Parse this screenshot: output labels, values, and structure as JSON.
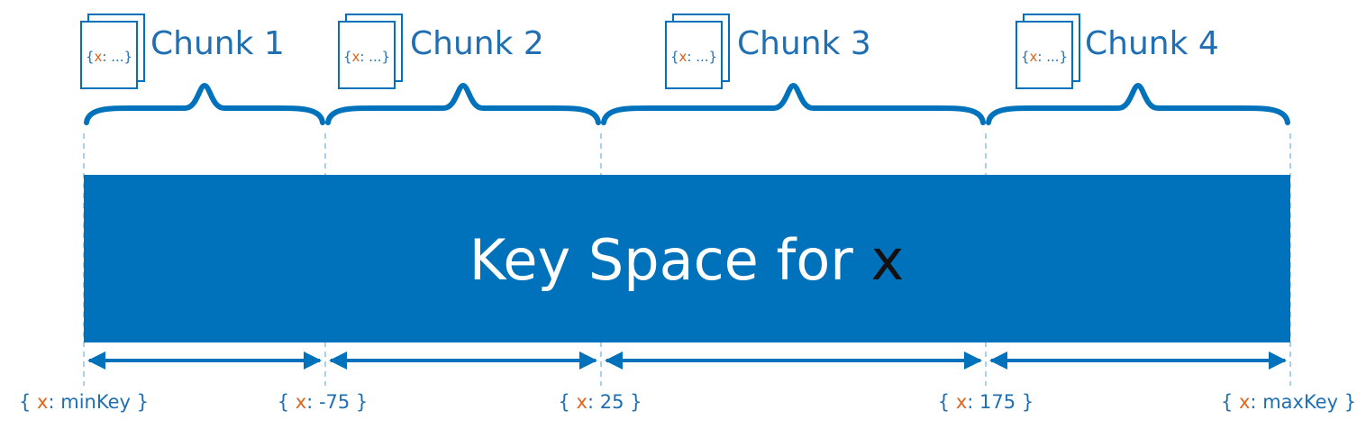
{
  "title": {
    "prefix": "Key Space for ",
    "field": "x"
  },
  "doc_icon": {
    "open": "{",
    "field": "x",
    "rest": ": ...",
    "close": "}"
  },
  "chunks": [
    {
      "label": "Chunk 1",
      "start": 0,
      "end": 1
    },
    {
      "label": "Chunk 2",
      "start": 1,
      "end": 2
    },
    {
      "label": "Chunk 3",
      "start": 2,
      "end": 3
    },
    {
      "label": "Chunk 4",
      "start": 3,
      "end": 4
    }
  ],
  "boundaries": [
    {
      "open": "{ ",
      "field": "x",
      "sep": ": ",
      "value": "minKey",
      "close": " }"
    },
    {
      "open": "{ ",
      "field": "x",
      "sep": ": ",
      "value": "-75",
      "close": " }"
    },
    {
      "open": "{ ",
      "field": "x",
      "sep": ": ",
      "value": "25",
      "close": " }"
    },
    {
      "open": "{ ",
      "field": "x",
      "sep": ": ",
      "value": "175",
      "close": " }"
    },
    {
      "open": "{ ",
      "field": "x",
      "sep": ": ",
      "value": "maxKey",
      "close": " }"
    }
  ],
  "colors": {
    "primary": "#0072BC",
    "field": "#E0641C",
    "text": "#1F6FB2",
    "guide": "#A9CFEA",
    "title_text": "#ffffff",
    "title_field": "#111111"
  }
}
